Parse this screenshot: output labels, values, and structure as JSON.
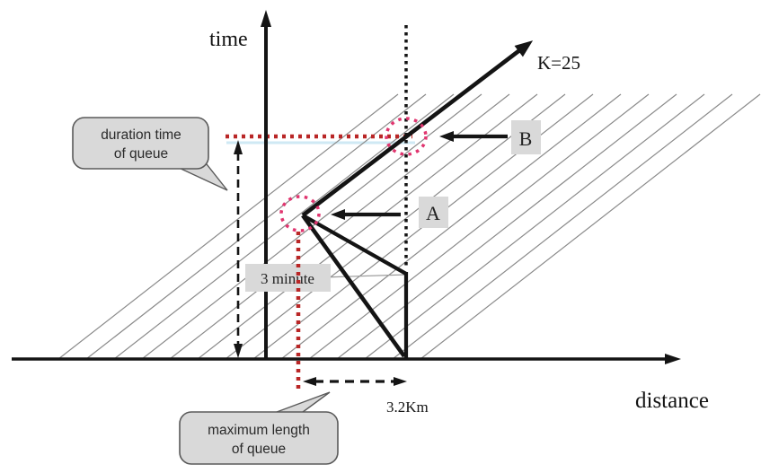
{
  "axes": {
    "y_label": "time",
    "x_label": "distance"
  },
  "annotations": {
    "k_label": "K=25",
    "point_a": "A",
    "point_b": "B",
    "time_gap": "3 minute",
    "distance_gap": "3.2Km"
  },
  "callouts": {
    "duration": {
      "line1": "duration time",
      "line2": "of queue"
    },
    "max_length": {
      "line1": "maximum length",
      "line2": "of queue"
    }
  },
  "colors": {
    "line_black": "#141414",
    "hatch_gray": "#8a8a8a",
    "leader_gray": "#9a9a9a",
    "red_dotted": "#b92626",
    "pink_circle": "#e0356f",
    "light_blue": "#cfe9f4",
    "box_fill": "#d9d9d9",
    "box_border": "#5a5a5a",
    "text_dark": "#222222"
  }
}
